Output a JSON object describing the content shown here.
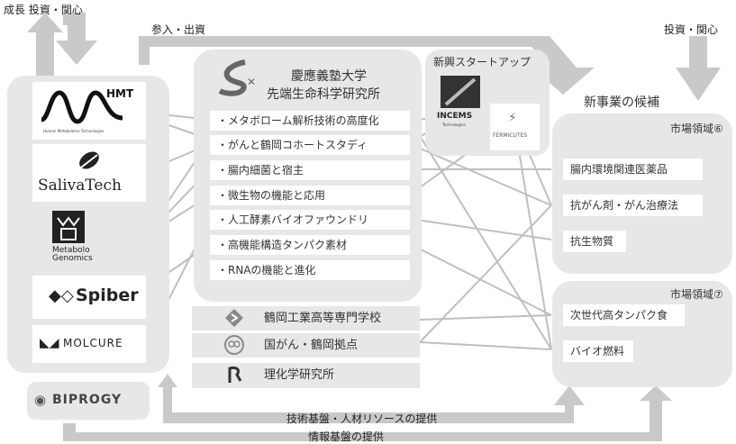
{
  "top_left": {
    "label": "成長 投資・関心"
  },
  "top_middle": {
    "label": "参入・出資"
  },
  "top_right": {
    "label": "投資・関心"
  },
  "companies": [
    {
      "name": "HMT",
      "subtitle": "Human Metabolome Technologies"
    },
    {
      "name": "SalivaTech"
    },
    {
      "name": "Metabolo Genomics"
    },
    {
      "name": "Spiber"
    },
    {
      "name": "MOLCURE"
    },
    {
      "name": "BIPROGY"
    }
  ],
  "keio": {
    "title_line1": "慶應義塾大学",
    "title_line2": "先端生命科学研究所",
    "items": [
      "・メタボローム解析技術の高度化",
      "・がんと鶴岡コホートスタディ",
      "・腸内細菌と宿主",
      "・微生物の機能と応用",
      "・人工酵素バイオファウンドリ",
      "・高機能構造タンパク素材",
      "・RNAの機能と進化"
    ]
  },
  "startups": {
    "title": "新興スタートアップ",
    "items": [
      {
        "name": "INCEMS",
        "subtitle": "Technologies"
      },
      {
        "name": "FERMICUTES"
      }
    ]
  },
  "institutions": [
    {
      "label": "鶴岡工業高等専門学校",
      "icon": "kosen-icon"
    },
    {
      "label": "国がん・鶴岡拠点",
      "icon": "ncc-icon"
    },
    {
      "label": "理化学研究所",
      "icon": "riken-icon"
    }
  ],
  "new_business": {
    "title": "新事業の候補",
    "domain6": {
      "label": "市場領域⑥",
      "items": [
        "腸内環境関連医薬品",
        "抗がん剤・がん治療法",
        "抗生物質"
      ]
    },
    "domain7": {
      "label": "市場領域⑦",
      "items": [
        "次世代高タンパク食",
        "バイオ燃料"
      ]
    }
  },
  "bottom": {
    "tech_label": "技術基盤・人材リソースの提供",
    "info_label": "情報基盤の提供"
  },
  "colors": {
    "panel": "#e7e7e7",
    "arrow": "#c8c8c8",
    "line": "#bdbdbd",
    "text": "#333333"
  }
}
